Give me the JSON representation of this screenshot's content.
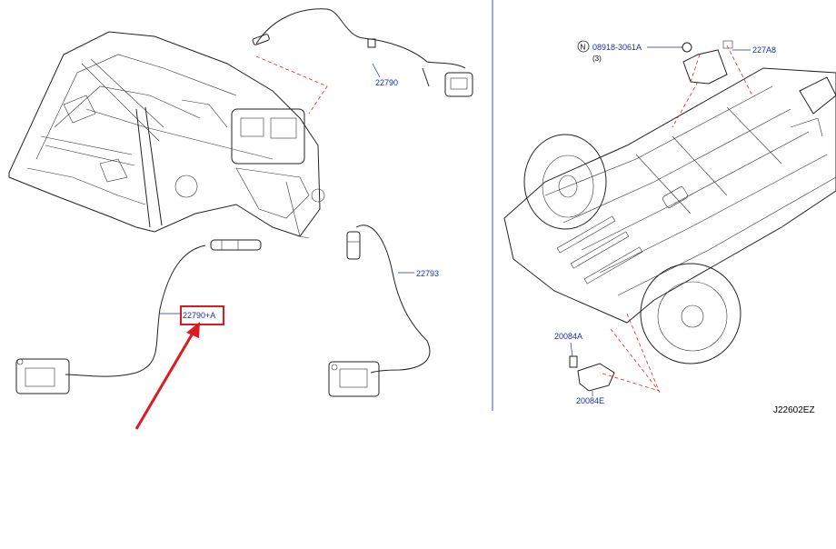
{
  "diagram_code": "J22602EZ",
  "left_panel": {
    "labels": {
      "sensor_upper": "22790",
      "sensor_highlighted": "22790+A",
      "sensor_right": "22793"
    }
  },
  "right_panel": {
    "labels": {
      "nut_part": "08918-3061A",
      "nut_symbol": "N",
      "nut_qty": "(3)",
      "bracket": "227A8",
      "bolt": "20084A",
      "clamp": "20084E"
    }
  },
  "colors": {
    "label_blue": "#1a2f9c",
    "highlight_red": "#e0191d",
    "divider_blue": "#3a55c4"
  }
}
